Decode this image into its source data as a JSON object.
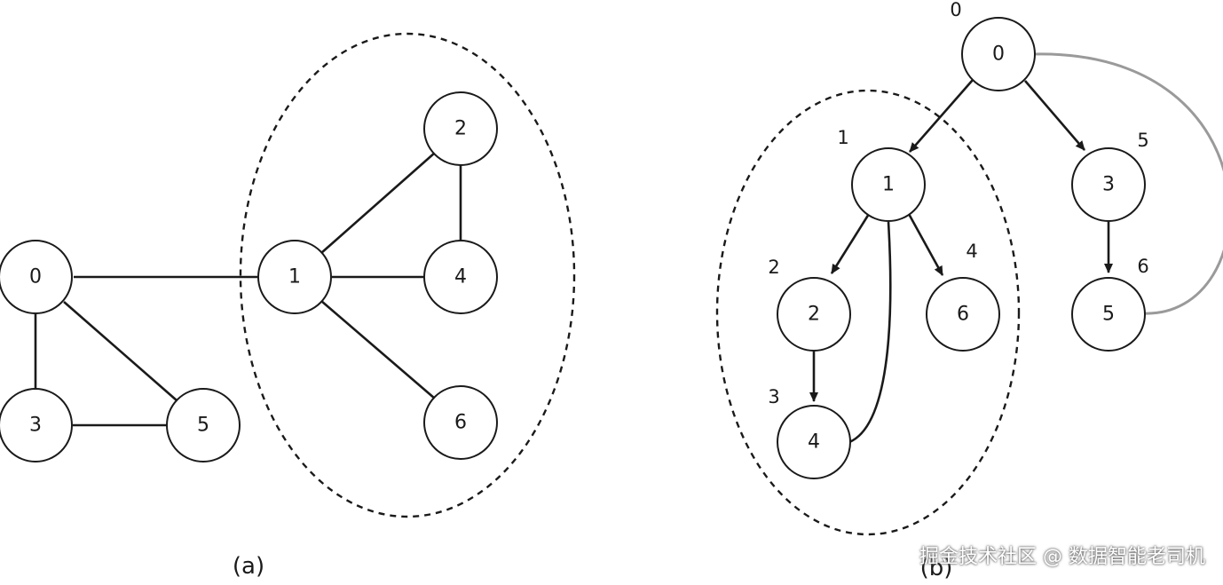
{
  "diagram_a": {
    "caption": "(a)",
    "nodes": [
      "0",
      "1",
      "2",
      "3",
      "4",
      "5",
      "6"
    ]
  },
  "diagram_b": {
    "caption": "(b)",
    "nodes": [
      "0",
      "1",
      "2",
      "3",
      "4",
      "5",
      "6"
    ],
    "order_labels": {
      "n0": "0",
      "n1": "1",
      "n2": "2",
      "n4": "3",
      "n6": "4",
      "n3": "5",
      "n5": "6"
    }
  },
  "watermark": "掘金技术社区 @ 数据智能老司机"
}
